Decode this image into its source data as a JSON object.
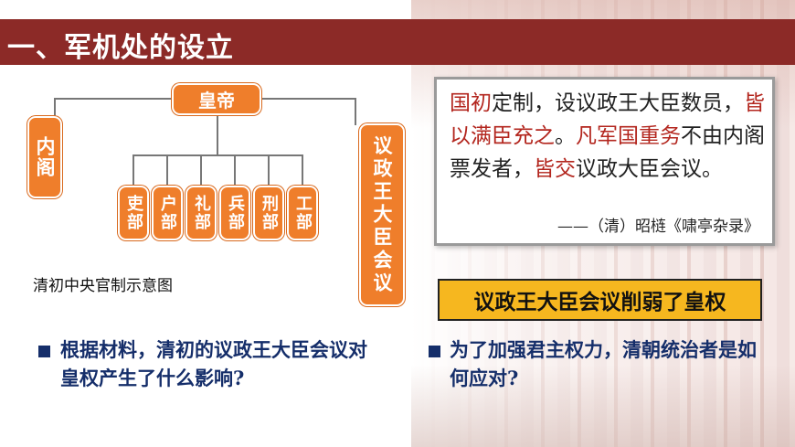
{
  "title": "一、军机处的设立",
  "diagram": {
    "emperor": "皇帝",
    "neige": "内阁",
    "council": "议政王大臣会议",
    "ministries": [
      "吏部",
      "户部",
      "礼部",
      "兵部",
      "刑部",
      "工部"
    ],
    "caption": "清初中央官制示意图"
  },
  "quote": {
    "segments": [
      {
        "text": "国初",
        "red": true
      },
      {
        "text": "定制，设议政王大臣数员，",
        "red": false
      },
      {
        "text": "皆以满臣充之",
        "red": true
      },
      {
        "text": "。",
        "red": false
      },
      {
        "text": "凡军国重务",
        "red": true
      },
      {
        "text": "不由内阁票发者，",
        "red": false
      },
      {
        "text": "皆交",
        "red": true
      },
      {
        "text": "议政大臣会议。",
        "red": false
      }
    ],
    "source": "——（清）昭梿《啸亭杂录》"
  },
  "banner": "议政王大臣会议削弱了皇权",
  "questions": [
    "根据材料，清初的议政王大臣会议对皇权产生了什么影响?",
    "为了加强君主权力，清朝统治者是如何应对?"
  ],
  "colors": {
    "title_bar": "#8c2a27",
    "node": "#ef7e2b",
    "banner": "#f6b71f",
    "question": "#152e6a",
    "quote_red": "#b3261e"
  }
}
